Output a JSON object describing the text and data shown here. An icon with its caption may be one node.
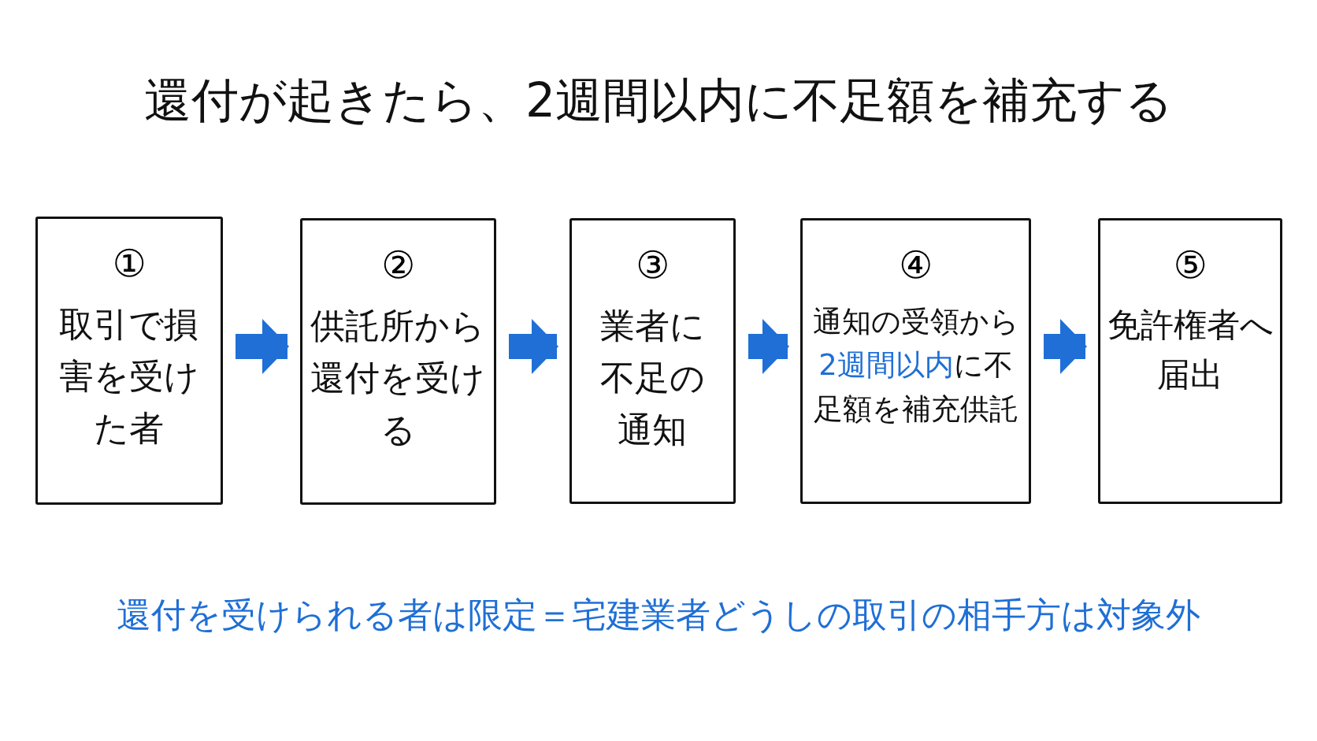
{
  "diagram": {
    "title": "還付が起きたら、2週間以内に不足額を補充する",
    "nodes": [
      {
        "text": [
          "①",
          "取引で損害を受けた者"
        ]
      },
      {
        "text": [
          "②",
          "供託所から還付を受ける"
        ]
      },
      {
        "text": [
          "③",
          "業者に不足の通知"
        ]
      },
      {
        "text": [
          "④",
          "通知の受領から**2週間以内**に不足額を補充供託"
        ]
      },
      {
        "text": [
          "⑤",
          "免許権者へ届出"
        ]
      }
    ],
    "edges": [
      {
        "from": 0,
        "to": 1,
        "arrow": "to"
      },
      {
        "from": 1,
        "to": 2,
        "arrow": "to"
      },
      {
        "from": 2,
        "to": 3,
        "arrow": "to"
      },
      {
        "from": 3,
        "to": 4,
        "arrow": "to"
      }
    ],
    "labels": [
      "還付を受けられる者は限定＝宅建業者どうしの取引の相手方は対象外"
    ]
  }
}
